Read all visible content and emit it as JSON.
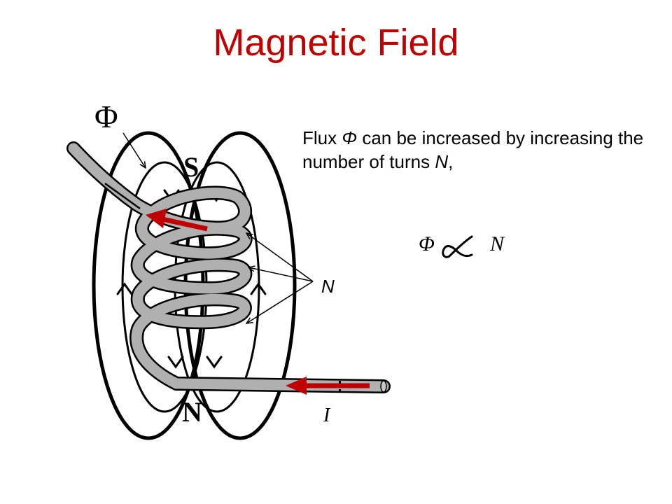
{
  "title": "Magnetic Field",
  "description": {
    "part1": "Flux ",
    "phi": "Φ",
    "part2": " can be increased by increasing the number of turns ",
    "n": "N",
    "part3": ","
  },
  "formula": {
    "lhs": "Φ",
    "rhs": "N"
  },
  "diagram": {
    "flux_symbol": "Φ",
    "south_pole": "S",
    "north_pole": "N",
    "turns_label": "N",
    "current_label": "I"
  },
  "colors": {
    "title": "#c00000",
    "arrow": "#c00000",
    "wire": "#b0b0b0"
  }
}
